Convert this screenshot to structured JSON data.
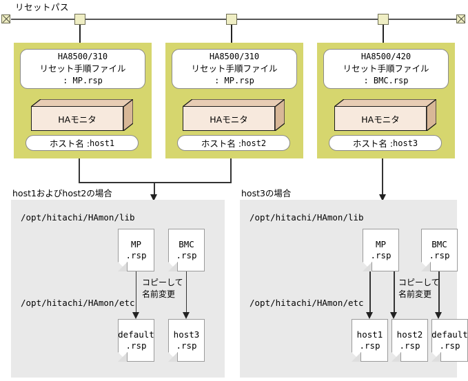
{
  "diagram": {
    "reset_path_label": "リセットパス",
    "bus": {
      "terminator_icon_left": "bus-terminator-x-icon",
      "terminator_icon_right": "bus-terminator-x-icon",
      "taps": 3
    },
    "nodes": [
      {
        "model": "HA8500/310",
        "title_jp": "リセット手順ファイル",
        "file": ": MP.rsp",
        "monitor_label": "HAモニタ",
        "host_label_prefix": "ホスト名 : ",
        "host_name": "host1"
      },
      {
        "model": "HA8500/310",
        "title_jp": "リセット手順ファイル",
        "file": ": MP.rsp",
        "monitor_label": "HAモニタ",
        "host_label_prefix": "ホスト名 : ",
        "host_name": "host2"
      },
      {
        "model": "HA8500/420",
        "title_jp": "リセット手順ファイル",
        "file": ": BMC.rsp",
        "monitor_label": "HAモニタ",
        "host_label_prefix": "ホスト名 : ",
        "host_name": "host3"
      }
    ],
    "cases": [
      {
        "caption": "host1およびhost2の場合",
        "lib_path": "/opt/hitachi/HAmon/lib",
        "etc_path": "/opt/hitachi/HAmon/etc",
        "copy_note_line1": "コピーして",
        "copy_note_line2": "名前変更",
        "lib_files": [
          {
            "name": "MP",
            "ext": ".rsp"
          },
          {
            "name": "BMC",
            "ext": ".rsp"
          }
        ],
        "etc_files": [
          {
            "name": "default",
            "ext": ".rsp"
          },
          {
            "name": "host3",
            "ext": ".rsp"
          }
        ]
      },
      {
        "caption": "host3の場合",
        "lib_path": "/opt/hitachi/HAmon/lib",
        "etc_path": "/opt/hitachi/HAmon/etc",
        "copy_note_line1": "コピーして",
        "copy_note_line2": "名前変更",
        "lib_files": [
          {
            "name": "MP",
            "ext": ".rsp"
          },
          {
            "name": "BMC",
            "ext": ".rsp"
          }
        ],
        "etc_files": [
          {
            "name": "host1",
            "ext": ".rsp"
          },
          {
            "name": "host2",
            "ext": ".rsp"
          },
          {
            "name": "default",
            "ext": ".rsp"
          }
        ]
      }
    ],
    "colors": {
      "node_panel": "#d6d66e",
      "case_panel": "#e9e9e9",
      "monitor_front": "#f7e9dd",
      "monitor_top": "#e8cdb4",
      "monitor_side": "#d8b797",
      "bus_tap": "#efeec4",
      "line": "#333333"
    }
  }
}
